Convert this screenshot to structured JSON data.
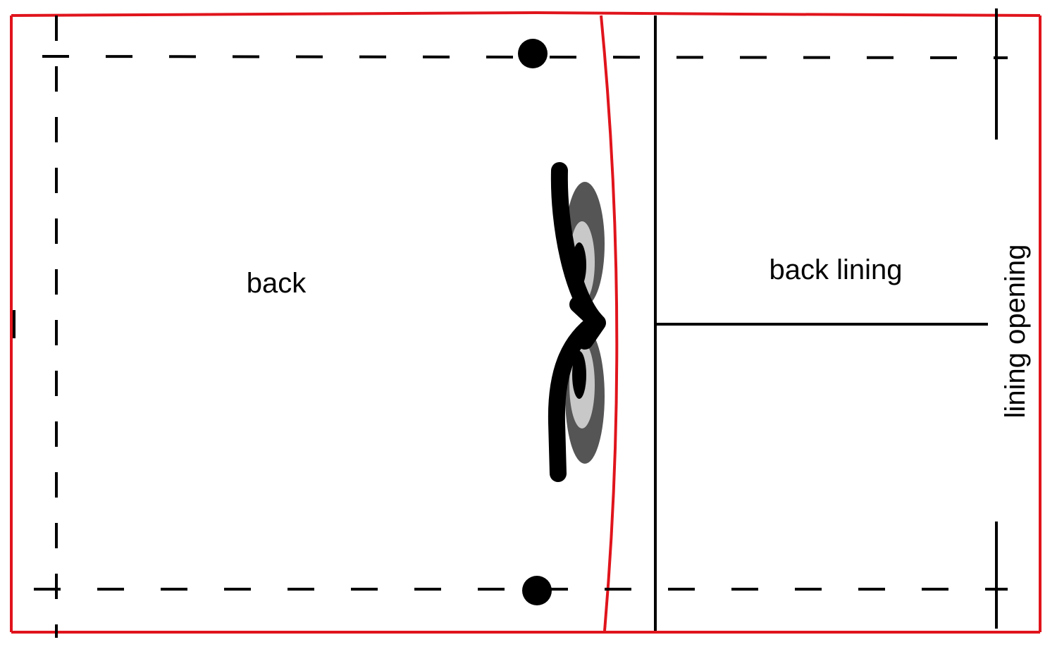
{
  "labels": {
    "back": "back",
    "back_lining": "back lining",
    "lining_opening": "lining opening"
  },
  "colors": {
    "outline": "#e0141c",
    "line": "#000000",
    "zipper_dark": "#555555",
    "zipper_light": "#c8c8c8",
    "background": "#ffffff"
  },
  "parts": [
    {
      "id": "back",
      "label_key": "back"
    },
    {
      "id": "back-lining",
      "label_key": "back_lining"
    }
  ],
  "icons": {
    "zipper": "zipper-icon",
    "marker": "dot-marker-icon"
  }
}
